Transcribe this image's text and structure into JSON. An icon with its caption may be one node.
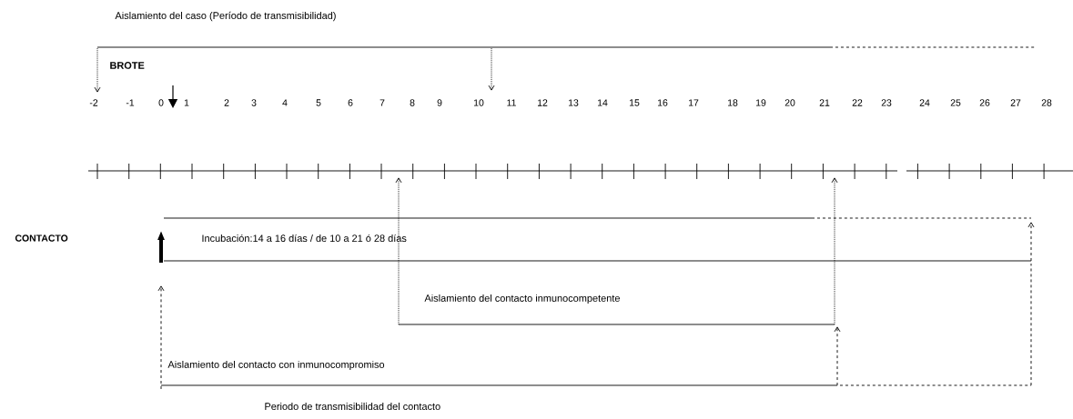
{
  "diagram": {
    "labels": [
      "Aislamiento del caso (Período de transmisibilidad)",
      "BROTE",
      "-2",
      "-1",
      "0",
      "1",
      "2",
      "3",
      "4",
      "5",
      "6",
      "7",
      "8",
      "9",
      "10",
      "11",
      "12",
      "13",
      "14",
      "15",
      "16",
      "17",
      "18",
      "19",
      "20",
      "21",
      "22",
      "23",
      "24",
      "25",
      "26",
      "27",
      "28",
      "CONTACTO",
      "Incubación:14 a 16 días / de 10 a 21 ó 28 días",
      "Aislamiento del contacto inmunocompetente",
      "Aislamiento del contacto con inmunocompromiso",
      "Periodo de transmisibilidad del contacto"
    ]
  }
}
